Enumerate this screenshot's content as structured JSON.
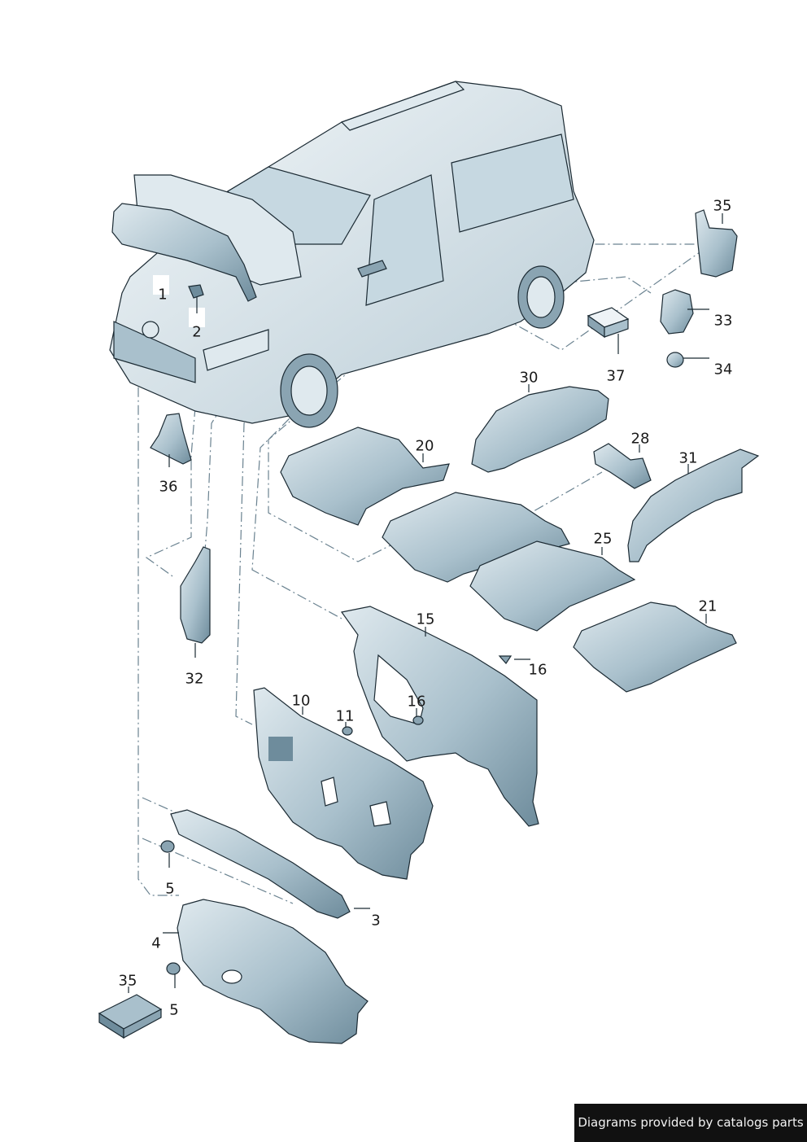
{
  "callouts": [
    "1",
    "2",
    "3",
    "4",
    "5",
    "5",
    "10",
    "11",
    "15",
    "16",
    "16",
    "20",
    "21",
    "25",
    "28",
    "30",
    "31",
    "32",
    "33",
    "34",
    "35",
    "35",
    "36",
    "37"
  ],
  "footer": {
    "text": "Diagrams provided by catalogs parts"
  },
  "colors": {
    "part_fill": "#b9ccd6",
    "part_dark": "#6e8c9c",
    "outline": "#1b2a33",
    "leader": "#6a8290"
  }
}
